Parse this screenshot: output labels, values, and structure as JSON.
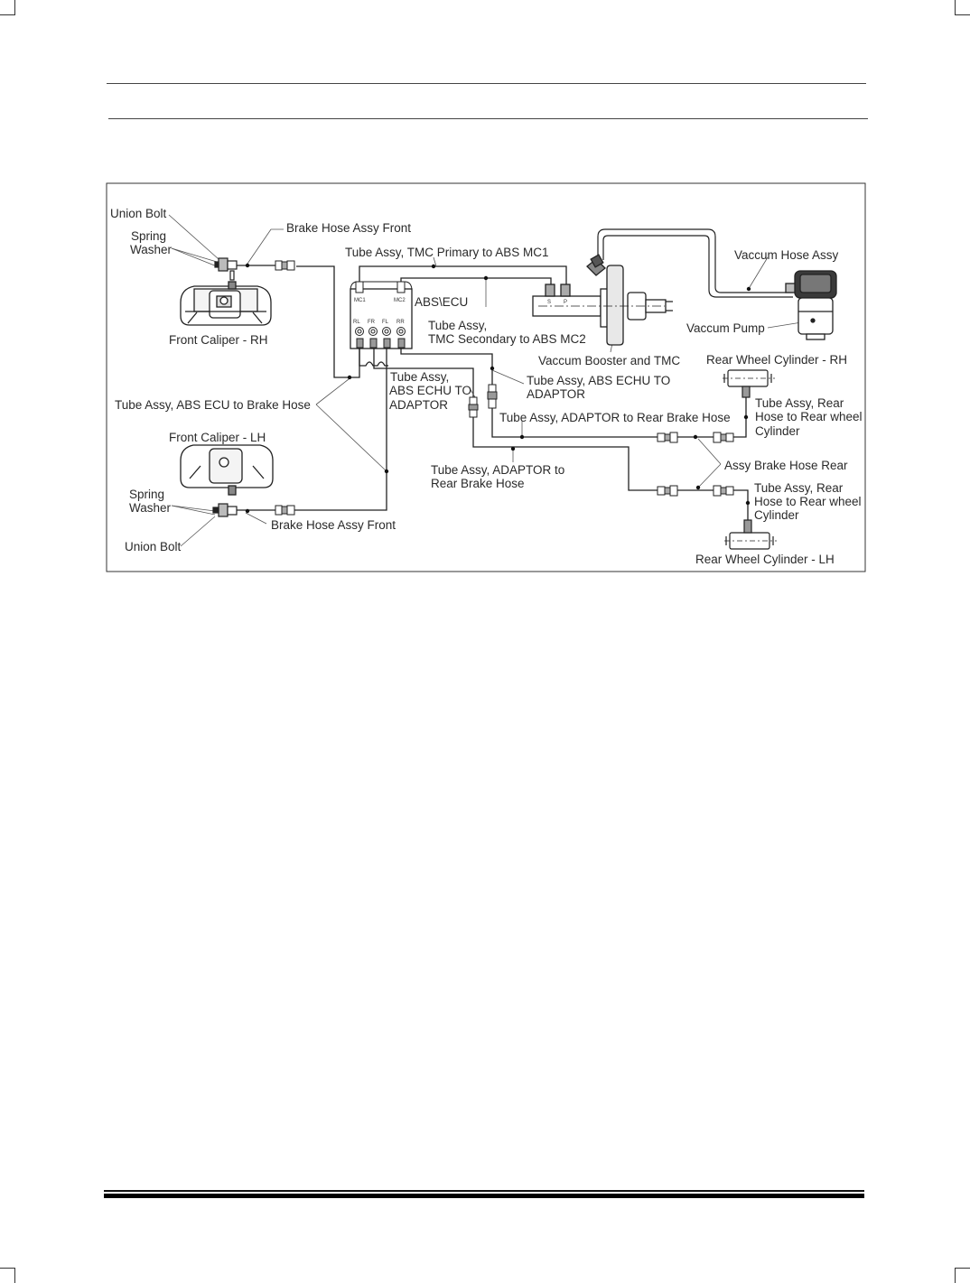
{
  "diagram": {
    "labels": {
      "union_bolt_top": "Union Bolt",
      "spring_top_1": "Spring",
      "spring_top_2": "Washer",
      "brake_hose_front_top": "Brake Hose Assy Front",
      "front_caliper_rh": "Front Caliper - RH",
      "tube_tmc_primary": "Tube Assy, TMC Primary to ABS MC1",
      "abs_ecu": "ABS\\ECU",
      "tube_tmc_secondary_1": "Tube Assy,",
      "tube_tmc_secondary_2": "TMC Secondary to ABS MC2",
      "vaccum_hose": "Vaccum Hose Assy",
      "vaccum_pump": "Vaccum Pump",
      "vaccum_booster": "Vaccum Booster and TMC",
      "rear_wheel_cyl_rh": "Rear Wheel Cylinder - RH",
      "tube_abs_ecu_brake_hose": "Tube Assy, ABS ECU to Brake Hose",
      "tube_echu_adaptor_a_1": "Tube Assy,",
      "tube_echu_adaptor_a_2": "ABS ECHU TO",
      "tube_echu_adaptor_a_3": "ADAPTOR",
      "tube_echu_adaptor_b_1": "Tube Assy, ABS ECHU TO",
      "tube_echu_adaptor_b_2": "ADAPTOR",
      "tube_rear_hose_rh_1": "Tube Assy, Rear",
      "tube_rear_hose_rh_2": "Hose to Rear wheel",
      "tube_rear_hose_rh_3": "Cylinder",
      "tube_adaptor_rear_hose": "Tube Assy, ADAPTOR to Rear Brake Hose",
      "front_caliper_lh": "Front Caliper - LH",
      "tube_adaptor_rear_hose2_1": "Tube Assy, ADAPTOR to",
      "tube_adaptor_rear_hose2_2": "Rear Brake Hose",
      "assy_brake_hose_rear": "Assy Brake Hose Rear",
      "spring_bot_1": "Spring",
      "spring_bot_2": "Washer",
      "tube_rear_hose_lh_1": "Tube Assy, Rear",
      "tube_rear_hose_lh_2": "Hose to Rear wheel",
      "tube_rear_hose_lh_3": "Cylinder",
      "brake_hose_front_bot": "Brake Hose Assy Front",
      "union_bolt_bot": "Union Bolt",
      "rear_wheel_cyl_lh": "Rear Wheel Cylinder - LH"
    },
    "ecu_ports": {
      "mc1": "MC1",
      "mc2": "MC2",
      "rl": "RL",
      "fr": "FR",
      "fl": "FL",
      "rr": "RR"
    },
    "tmc_ports": {
      "s": "S",
      "p": "P"
    }
  }
}
